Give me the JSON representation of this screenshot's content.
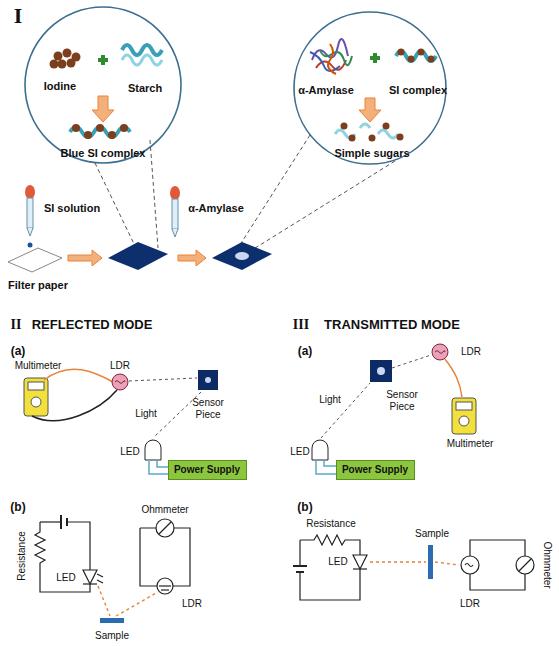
{
  "diagram": {
    "nodes": [
      {
        "text": [
          "Power Supply"
        ]
      },
      {
        "text": [
          "Power Supply"
        ]
      }
    ],
    "labels": [
      "I",
      "Iodine",
      "Starch",
      "Blue SI complex",
      "α-Amylase",
      "SI complex",
      "Simple sugars",
      "SI solution",
      "α-Amylase",
      "Filter paper",
      "II",
      "REFLECTED MODE",
      "III",
      "TRANSMITTED MODE",
      "(a)",
      "Multimeter",
      "LDR",
      "Sensor Piece",
      "Light",
      "LED",
      "(a)",
      "LDR",
      "Light",
      "Sensor Piece",
      "Multimeter",
      "LED",
      "(b)",
      "Resistance",
      "LED",
      "Ohmmeter",
      "LDR",
      "Sample",
      "(b)",
      "Resistance",
      "LED",
      "Sample",
      "LDR",
      "Ohmmeter"
    ]
  }
}
